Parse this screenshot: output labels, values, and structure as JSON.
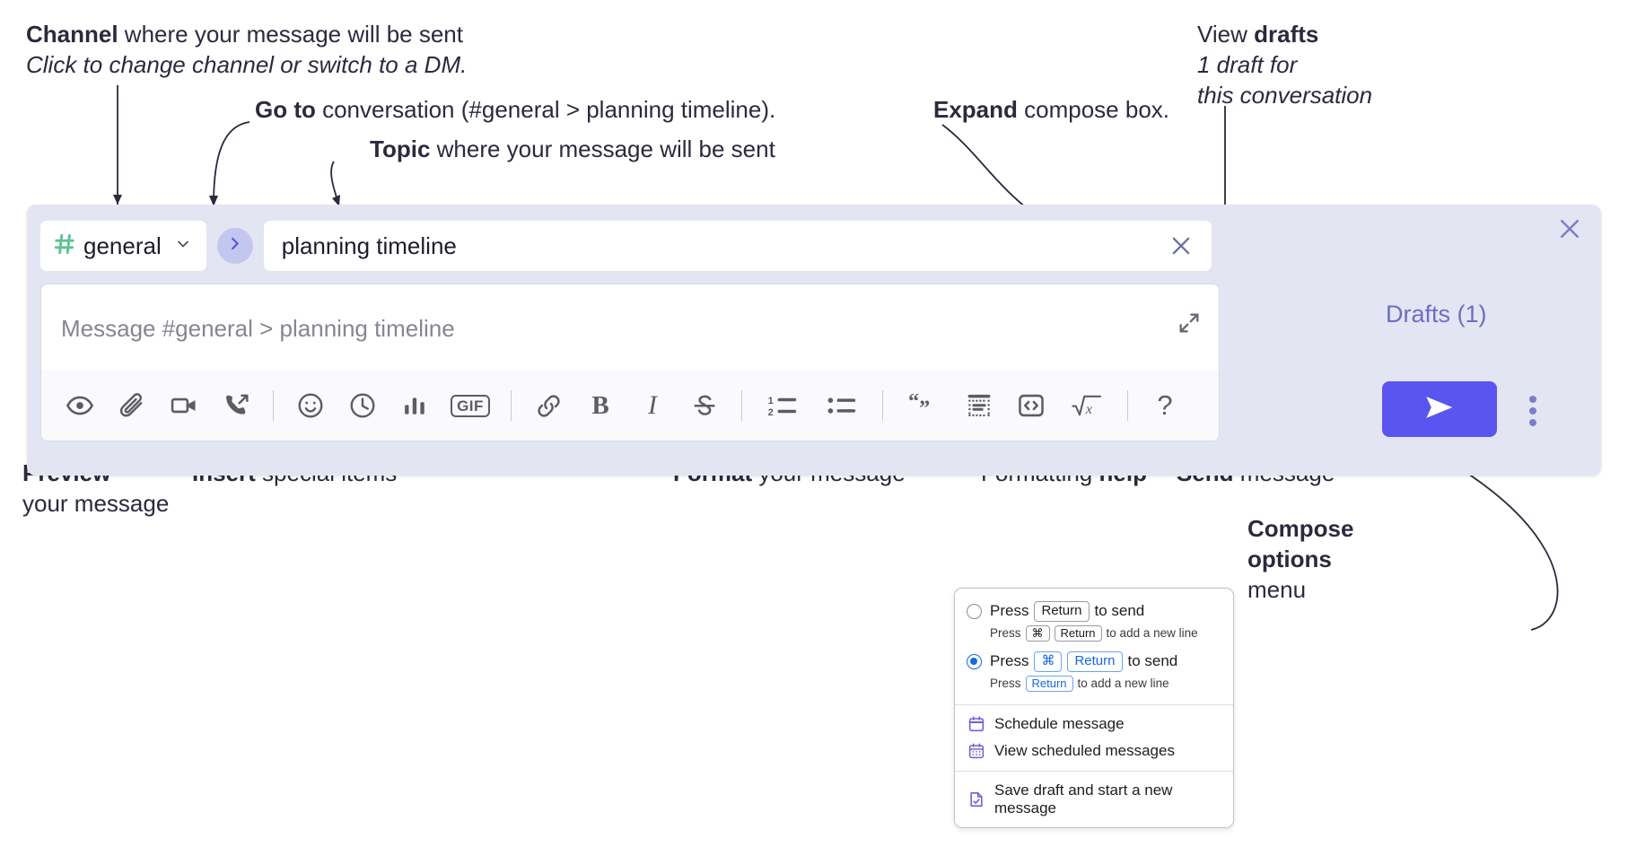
{
  "annotations": {
    "channel": {
      "bold": "Channel",
      "rest": " where your message will be sent",
      "italic": "Click to change channel or switch to a DM."
    },
    "goto": {
      "bold": "Go to",
      "rest": " conversation (#general > planning timeline)."
    },
    "topic": {
      "bold": "Topic",
      "rest": " where your message will be sent"
    },
    "expand": {
      "bold": "Expand",
      "rest": " compose box."
    },
    "drafts": {
      "rest": "View ",
      "bold": "drafts",
      "italic_line1": "1 draft for",
      "italic_line2": "this conversation"
    },
    "preview": {
      "bold": "Preview",
      "rest": "your message"
    },
    "insert": {
      "bold": "Insert",
      "rest": " special items"
    },
    "format": {
      "bold": "Format",
      "rest": " your message"
    },
    "formatting_help": {
      "rest": "Formatting ",
      "bold": "help"
    },
    "send": {
      "bold": "Send",
      "rest": " message"
    },
    "compose_options": {
      "bold_line1": "Compose",
      "bold_line2": "options",
      "rest": "menu"
    }
  },
  "compose": {
    "channel_name": "general",
    "hash_icon": "hash-icon",
    "chevron_icon": "chevron-down-icon",
    "goto_icon": "chevron-right-icon",
    "topic_value": "planning timeline",
    "topic_clear_icon": "close-icon",
    "message_placeholder": "Message #general > planning timeline",
    "expand_icon": "expand-diagonal-icon",
    "panel_close_icon": "close-icon",
    "drafts_label": "Drafts (1)",
    "send_icon": "send-paper-plane-icon",
    "kebab_icon": "more-vertical-icon",
    "accent_color": "#5a55f0",
    "panel_background": "#e4e5f2",
    "hash_color": "#5cc28f",
    "drafts_color": "#6a6fc4"
  },
  "toolbar": {
    "groups": [
      {
        "name": "preview",
        "items": [
          {
            "icon": "eye-icon",
            "label": "Preview"
          }
        ]
      },
      {
        "name": "insert",
        "items": [
          {
            "icon": "paperclip-icon",
            "label": "Attach file"
          },
          {
            "icon": "video-camera-icon",
            "label": "Record video clip"
          },
          {
            "icon": "phone-forward-icon",
            "label": "Record audio clip"
          },
          {
            "icon": "emoji-smiley-icon",
            "label": "Emoji"
          },
          {
            "icon": "clock-icon",
            "label": "Schedule"
          },
          {
            "icon": "bar-chart-icon",
            "label": "Poll"
          },
          {
            "icon": "gif-icon",
            "label": "GIF"
          }
        ]
      },
      {
        "name": "format",
        "items": [
          {
            "icon": "link-icon",
            "label": "Link"
          },
          {
            "icon": "bold-icon",
            "label": "B"
          },
          {
            "icon": "italic-icon",
            "label": "I"
          },
          {
            "icon": "strikethrough-icon",
            "label": "Strikethrough"
          },
          {
            "icon": "ordered-list-icon",
            "label": "Ordered list"
          },
          {
            "icon": "bulleted-list-icon",
            "label": "Bulleted list"
          },
          {
            "icon": "blockquote-icon",
            "label": "Blockquote"
          },
          {
            "icon": "code-block-icon",
            "label": "Code block"
          },
          {
            "icon": "code-snippet-icon",
            "label": "Code snippet"
          },
          {
            "icon": "math-sqrt-icon",
            "label": "Math"
          }
        ]
      },
      {
        "name": "help",
        "items": [
          {
            "icon": "question-mark-icon",
            "label": "?"
          }
        ]
      }
    ],
    "gif_label": "GIF",
    "bold_label": "B",
    "italic_label": "I",
    "help_label": "?"
  },
  "menu": {
    "options": [
      {
        "selected": false,
        "prefix": "Press",
        "keys": [
          "Return"
        ],
        "suffix": "to send",
        "sub_prefix": "Press",
        "sub_keys": [
          "⌘",
          "Return"
        ],
        "sub_suffix": "to add a new line"
      },
      {
        "selected": true,
        "prefix": "Press",
        "keys": [
          "⌘",
          "Return"
        ],
        "suffix": "to send",
        "sub_prefix": "Press",
        "sub_keys": [
          "Return"
        ],
        "sub_suffix": "to add a new line"
      }
    ],
    "items": [
      {
        "icon": "calendar-icon",
        "label": "Schedule message"
      },
      {
        "icon": "calendar-grid-icon",
        "label": "View scheduled messages"
      },
      {
        "icon": "document-check-icon",
        "label": "Save draft and start a new message"
      }
    ],
    "icon_color": "#6b63d6",
    "selected_color": "#1668e3"
  }
}
